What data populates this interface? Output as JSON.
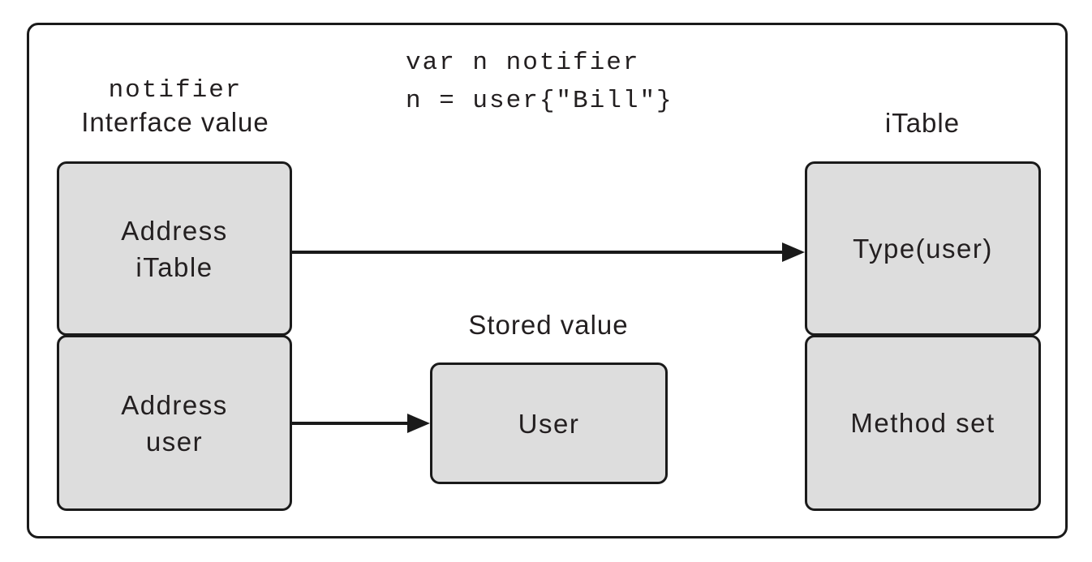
{
  "colors": {
    "background": "#ffffff",
    "box_fill": "#dddddd",
    "stroke": "#1a1a1a",
    "text": "#231f20"
  },
  "header": {
    "variable_name": "notifier",
    "interface_value_label": "Interface value",
    "code": "var n notifier\nn = user{\"Bill\"}"
  },
  "interface_value": {
    "address_itable_box": "Address\niTable",
    "address_user_box": "Address\nuser"
  },
  "itable": {
    "label": "iTable",
    "type_box": "Type(user)",
    "method_set_box": "Method set"
  },
  "stored_value": {
    "label": "Stored value",
    "user_box": "User"
  }
}
